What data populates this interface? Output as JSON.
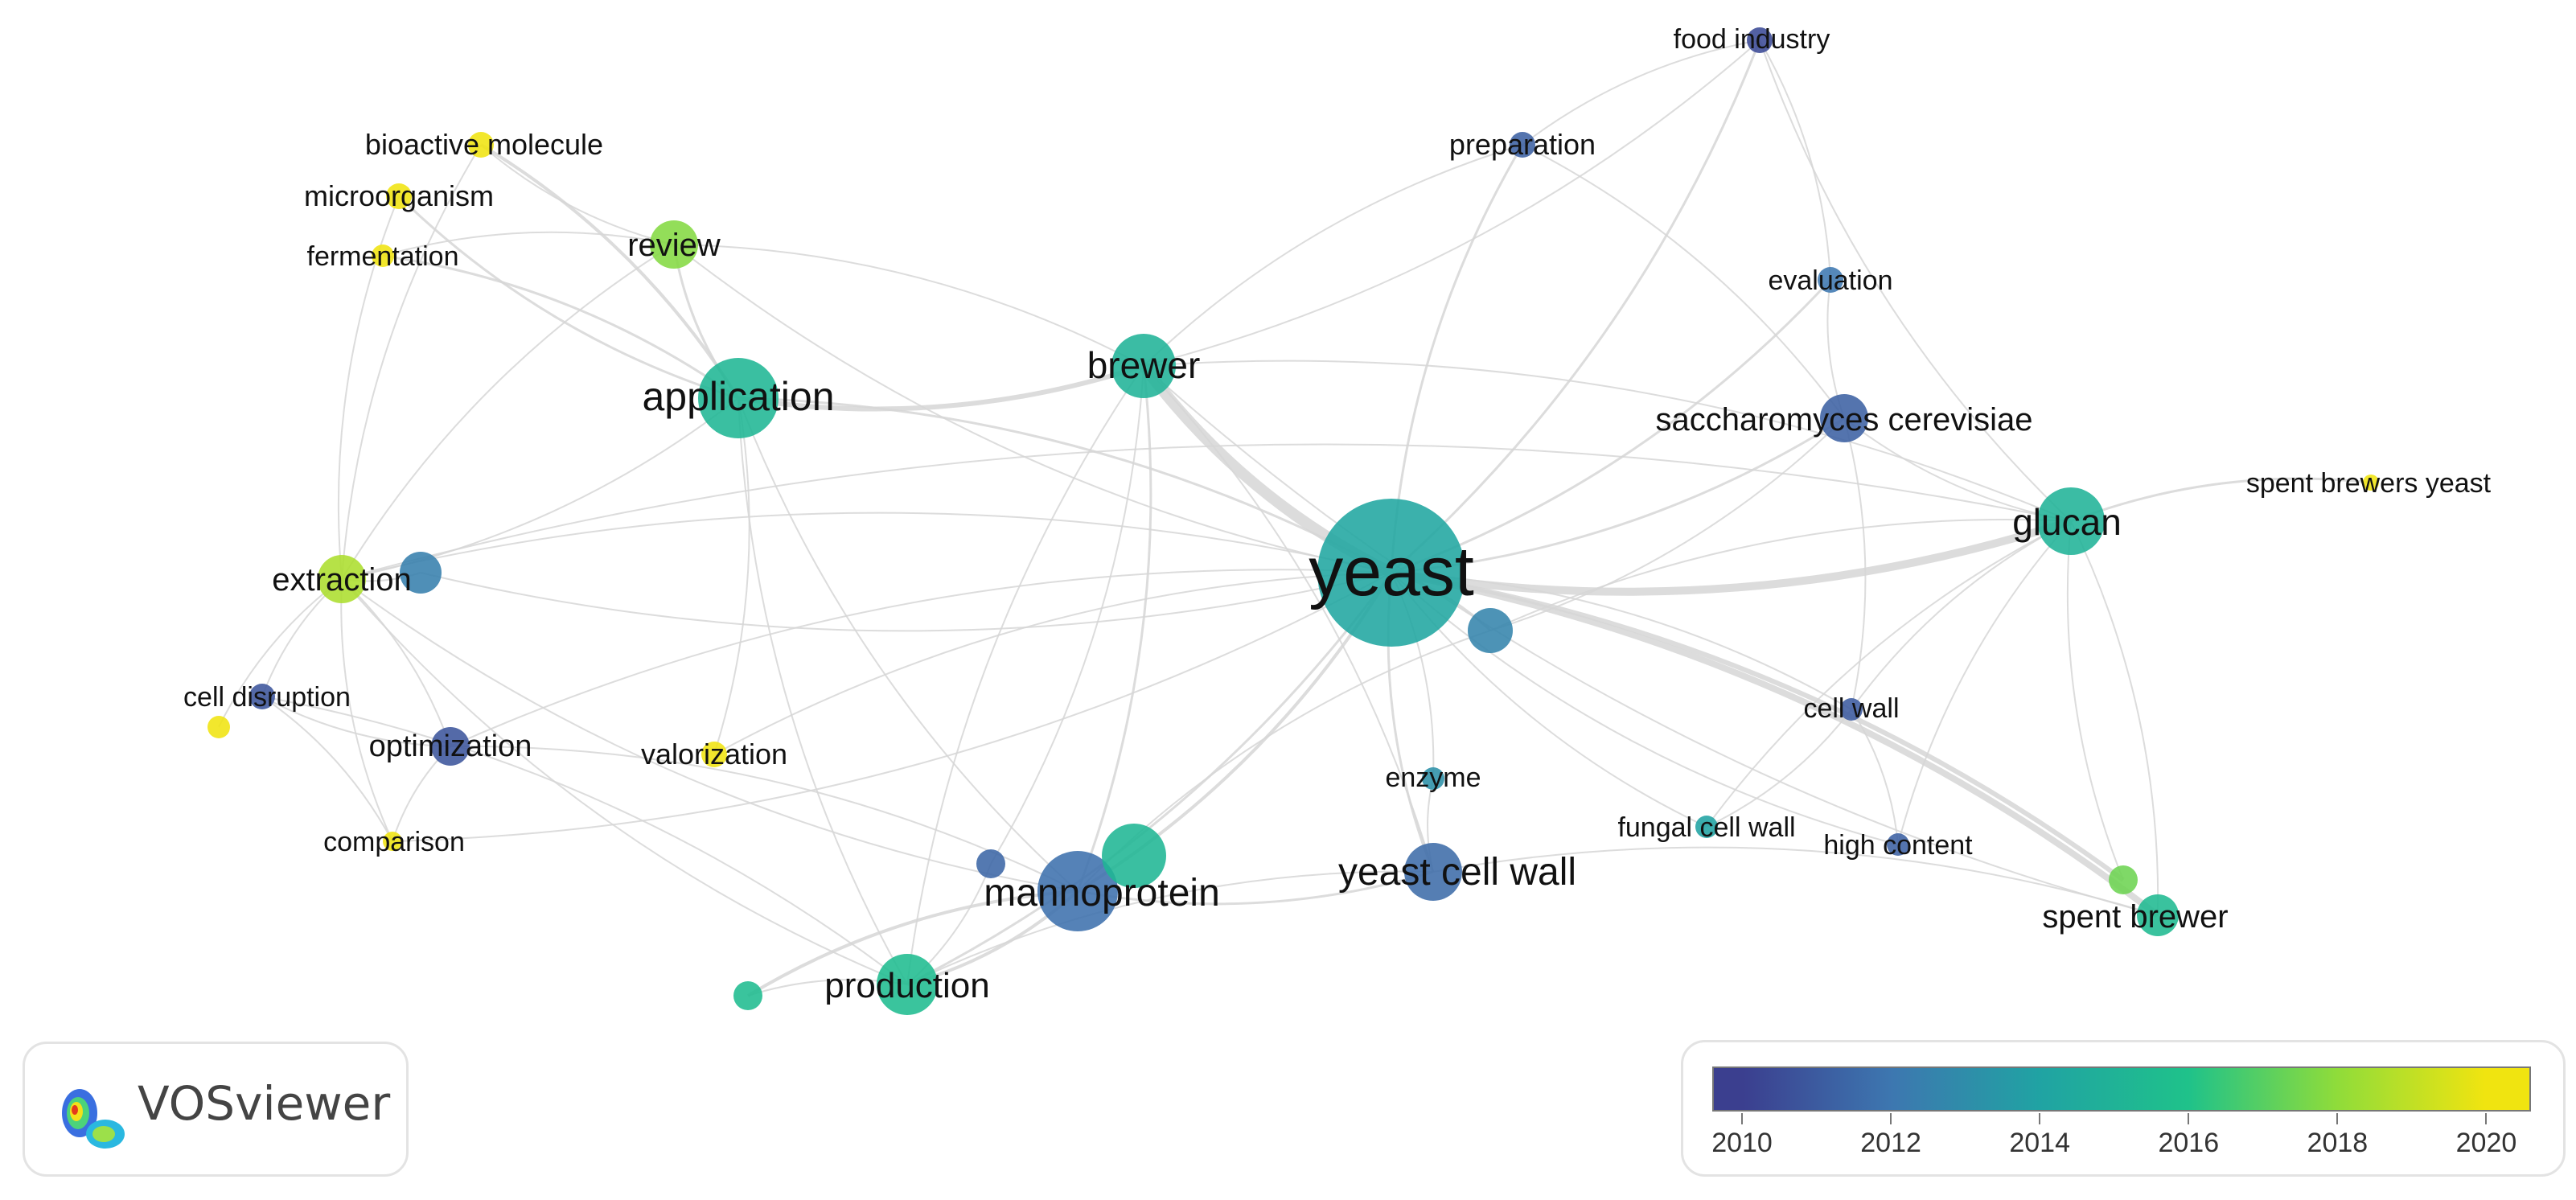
{
  "colors": {
    "c2010": "#3b3f8f",
    "c2012": "#3d77b0",
    "c2014": "#20a3a3",
    "c2016": "#1fc28a",
    "c2018": "#8fdc3a",
    "c2020": "#f0e410",
    "edge": "#d6d6d6"
  },
  "nodes": [
    {
      "id": "yeast",
      "label": "yeast",
      "size": 92,
      "year": 2014.2,
      "font": 86
    },
    {
      "id": "application",
      "label": "application",
      "size": 50,
      "year": 2015.2,
      "font": 50
    },
    {
      "id": "brewer",
      "label": "brewer",
      "size": 40,
      "year": 2015.0,
      "font": 46
    },
    {
      "id": "glucan",
      "label": "glucan",
      "size": 42,
      "year": 2015.0,
      "font": 46
    },
    {
      "id": "mannoprotein",
      "label": "mannoprotein",
      "size": 50,
      "year": 2011.8,
      "font": 48
    },
    {
      "id": "mannoprotein2",
      "label": "",
      "size": 40,
      "year": 2015.2,
      "font": 0
    },
    {
      "id": "yeast-cell-wall",
      "label": "yeast cell wall",
      "size": 36,
      "year": 2011.6,
      "font": 48
    },
    {
      "id": "production",
      "label": "production",
      "size": 38,
      "year": 2015.6,
      "font": 44
    },
    {
      "id": "saccharomyces",
      "label": "saccharomyces cerevisiae",
      "size": 30,
      "year": 2011.2,
      "font": 40
    },
    {
      "id": "review",
      "label": "review",
      "size": 30,
      "year": 2017.8,
      "font": 40
    },
    {
      "id": "extraction",
      "label": "extraction",
      "size": 30,
      "year": 2018.6,
      "font": 40
    },
    {
      "id": "extraction2",
      "label": "",
      "size": 26,
      "year": 2012.4,
      "font": 0
    },
    {
      "id": "spent-brewer",
      "label": "spent brewer",
      "size": 26,
      "year": 2015.4,
      "font": 40
    },
    {
      "id": "optimization",
      "label": "optimization",
      "size": 24,
      "year": 2010.8,
      "font": 38
    },
    {
      "id": "enzyme",
      "label": "enzyme",
      "size": 14,
      "year": 2013.2,
      "font": 34
    },
    {
      "id": "fungal-cell-wall",
      "label": "fungal cell wall",
      "size": 14,
      "year": 2014.0,
      "font": 34
    },
    {
      "id": "high-content",
      "label": "high content",
      "size": 14,
      "year": 2011.2,
      "font": 34
    },
    {
      "id": "cell-wall",
      "label": "cell wall",
      "size": 14,
      "year": 2011.0,
      "font": 34
    },
    {
      "id": "evaluation",
      "label": "evaluation",
      "size": 16,
      "year": 2012.0,
      "font": 34
    },
    {
      "id": "preparation",
      "label": "preparation",
      "size": 16,
      "year": 2011.2,
      "font": 36
    },
    {
      "id": "food-industry",
      "label": "food industry",
      "size": 16,
      "year": 2010.4,
      "font": 34
    },
    {
      "id": "spent-brewers-yeast",
      "label": "spent brewers yeast",
      "size": 10,
      "year": 2020.4,
      "font": 34
    },
    {
      "id": "bioactive-molecule",
      "label": "bioactive molecule",
      "size": 16,
      "year": 2020.4,
      "font": 36
    },
    {
      "id": "microorganism",
      "label": "microorganism",
      "size": 16,
      "year": 2020.4,
      "font": 36
    },
    {
      "id": "fermentation",
      "label": "fermentation",
      "size": 14,
      "year": 2020.4,
      "font": 34
    },
    {
      "id": "valorization",
      "label": "valorization",
      "size": 16,
      "year": 2020.4,
      "font": 36
    },
    {
      "id": "comparison",
      "label": "comparison",
      "size": 12,
      "year": 2020.2,
      "font": 34
    },
    {
      "id": "cell-disruption",
      "label": "cell disruption",
      "size": 16,
      "year": 2010.8,
      "font": 34
    },
    {
      "id": "cell-disruption2",
      "label": "",
      "size": 14,
      "year": 2020.0,
      "font": 0
    },
    {
      "id": "mid-node",
      "label": "",
      "size": 28,
      "year": 2012.6,
      "font": 0
    },
    {
      "id": "small-node-a",
      "label": "",
      "size": 18,
      "year": 2015.6,
      "font": 0
    },
    {
      "id": "small-node-b",
      "label": "",
      "size": 18,
      "year": 2011.4,
      "font": 0
    },
    {
      "id": "green-node",
      "label": "",
      "size": 18,
      "year": 2017.4,
      "font": 0
    }
  ],
  "edges": [
    [
      "yeast",
      "application",
      3
    ],
    [
      "yeast",
      "brewer",
      14
    ],
    [
      "yeast",
      "glucan",
      10
    ],
    [
      "yeast",
      "mannoprotein",
      4
    ],
    [
      "yeast",
      "yeast-cell-wall",
      3
    ],
    [
      "yeast",
      "production",
      3
    ],
    [
      "yeast",
      "saccharomyces",
      3
    ],
    [
      "yeast",
      "review",
      2
    ],
    [
      "yeast",
      "extraction",
      2
    ],
    [
      "yeast",
      "spent-brewer",
      8
    ],
    [
      "yeast",
      "optimization",
      2
    ],
    [
      "yeast",
      "enzyme",
      2
    ],
    [
      "yeast",
      "fungal-cell-wall",
      2
    ],
    [
      "yeast",
      "cell-wall",
      2
    ],
    [
      "yeast",
      "evaluation",
      3
    ],
    [
      "yeast",
      "preparation",
      3
    ],
    [
      "yeast",
      "food-industry",
      3
    ],
    [
      "yeast",
      "mid-node",
      3
    ],
    [
      "yeast",
      "high-content",
      2
    ],
    [
      "yeast",
      "green-node",
      6
    ],
    [
      "application",
      "brewer",
      6
    ],
    [
      "application",
      "review",
      3
    ],
    [
      "application",
      "bioactive-molecule",
      4
    ],
    [
      "application",
      "microorganism",
      3
    ],
    [
      "application",
      "fermentation",
      3
    ],
    [
      "application",
      "extraction",
      2
    ],
    [
      "application",
      "production",
      2
    ],
    [
      "application",
      "valorization",
      2
    ],
    [
      "application",
      "mannoprotein",
      2
    ],
    [
      "brewer",
      "glucan",
      2
    ],
    [
      "brewer",
      "production",
      2
    ],
    [
      "brewer",
      "mannoprotein",
      3
    ],
    [
      "brewer",
      "food-industry",
      2
    ],
    [
      "brewer",
      "preparation",
      2
    ],
    [
      "brewer",
      "review",
      2
    ],
    [
      "brewer",
      "yeast-cell-wall",
      2
    ],
    [
      "brewer",
      "spent-brewer",
      2
    ],
    [
      "glucan",
      "spent-brewers-yeast",
      3
    ],
    [
      "glucan",
      "cell-wall",
      2
    ],
    [
      "glucan",
      "saccharomyces",
      2
    ],
    [
      "glucan",
      "fungal-cell-wall",
      2
    ],
    [
      "glucan",
      "food-industry",
      2
    ],
    [
      "glucan",
      "extraction",
      2
    ],
    [
      "mannoprotein",
      "production",
      4
    ],
    [
      "mannoprotein",
      "yeast-cell-wall",
      3
    ],
    [
      "mannoprotein",
      "mid-node",
      2
    ],
    [
      "mannoprotein",
      "optimization",
      2
    ],
    [
      "mannoprotein",
      "extraction",
      2
    ],
    [
      "mannoprotein",
      "small-node-a",
      4
    ],
    [
      "yeast-cell-wall",
      "spent-brewer",
      2
    ],
    [
      "yeast-cell-wall",
      "production",
      2
    ],
    [
      "yeast-cell-wall",
      "enzyme",
      2
    ],
    [
      "production",
      "small-node-a",
      2
    ],
    [
      "production",
      "extraction",
      2
    ],
    [
      "production",
      "cell-disruption",
      2
    ],
    [
      "saccharomyces",
      "evaluation",
      2
    ],
    [
      "saccharomyces",
      "preparation",
      2
    ],
    [
      "saccharomyces",
      "cell-wall",
      2
    ],
    [
      "extraction",
      "cell-disruption",
      2
    ],
    [
      "extraction",
      "optimization",
      2
    ],
    [
      "extraction",
      "comparison",
      2
    ],
    [
      "extraction",
      "review",
      2
    ],
    [
      "extraction",
      "extraction2",
      2
    ],
    [
      "extraction",
      "bioactive-molecule",
      2
    ],
    [
      "extraction",
      "cell-disruption2",
      2
    ],
    [
      "optimization",
      "cell-disruption",
      2
    ],
    [
      "optimization",
      "comparison",
      2
    ],
    [
      "cell-disruption",
      "comparison",
      2
    ],
    [
      "food-industry",
      "preparation",
      2
    ],
    [
      "food-industry",
      "evaluation",
      2
    ],
    [
      "high-content",
      "cell-wall",
      2
    ],
    [
      "high-content",
      "glucan",
      2
    ],
    [
      "fungal-cell-wall",
      "cell-wall",
      2
    ],
    [
      "mid-node",
      "glucan",
      2
    ],
    [
      "mid-node",
      "saccharomyces",
      2
    ],
    [
      "small-node-b",
      "production",
      2
    ],
    [
      "small-node-b",
      "brewer",
      2
    ],
    [
      "green-node",
      "glucan",
      2
    ],
    [
      "spent-brewer",
      "glucan",
      2
    ],
    [
      "review",
      "bioactive-molecule",
      2
    ],
    [
      "microorganism",
      "extraction",
      2
    ],
    [
      "fermentation",
      "review",
      2
    ],
    [
      "extraction2",
      "yeast",
      2
    ],
    [
      "valorization",
      "yeast",
      2
    ],
    [
      "comparison",
      "yeast",
      2
    ]
  ],
  "logo": {
    "text": "VOSviewer"
  },
  "legend": {
    "min_year": 2009.6,
    "max_year": 2020.6,
    "ticks": [
      "2010",
      "2012",
      "2014",
      "2016",
      "2018",
      "2020"
    ]
  }
}
